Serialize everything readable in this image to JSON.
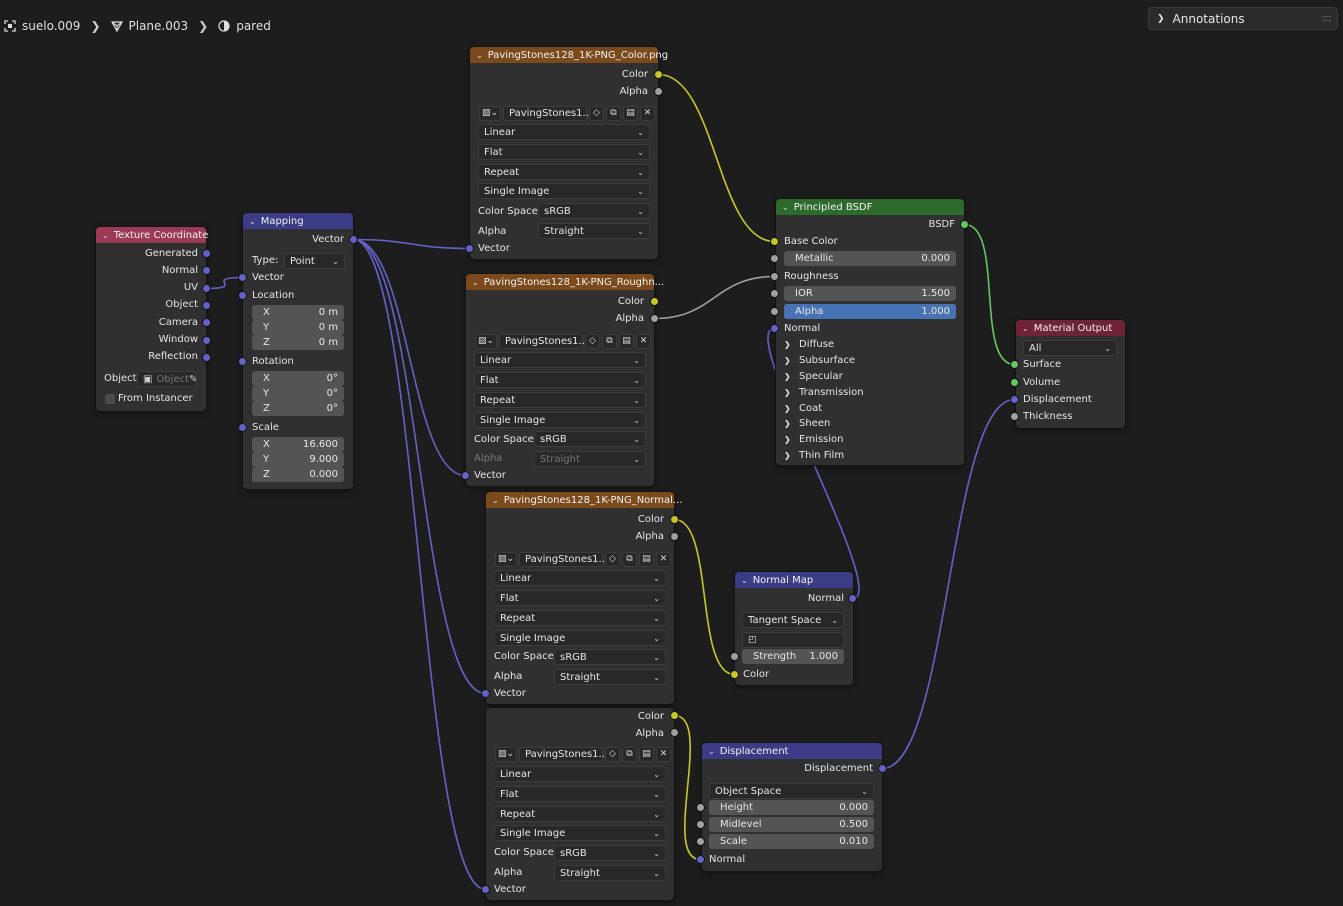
{
  "breadcrumb": {
    "object": "suelo.009",
    "mesh": "Plane.003",
    "material": "pared"
  },
  "annotations_panel": {
    "label": "Annotations"
  },
  "socket_colors": {
    "color": "#c7c729",
    "float": "#a1a1a1",
    "vector": "#6363c7",
    "shader": "#63c763"
  },
  "nodes": {
    "texture_coordinate": {
      "title": "Texture Coordinate",
      "outputs": [
        "Generated",
        "Normal",
        "UV",
        "Object",
        "Camera",
        "Window",
        "Reflection"
      ],
      "object_label": "Object:",
      "object_placeholder": "Object",
      "from_instancer": "From Instancer"
    },
    "mapping": {
      "title": "Mapping",
      "output": "Vector",
      "type_label": "Type:",
      "type_value": "Point",
      "vector_label": "Vector",
      "location_label": "Location",
      "location": [
        {
          "axis": "X",
          "value": "0 m"
        },
        {
          "axis": "Y",
          "value": "0 m"
        },
        {
          "axis": "Z",
          "value": "0 m"
        }
      ],
      "rotation_label": "Rotation",
      "rotation": [
        {
          "axis": "X",
          "value": "0°"
        },
        {
          "axis": "Y",
          "value": "0°"
        },
        {
          "axis": "Z",
          "value": "0°"
        }
      ],
      "scale_label": "Scale",
      "scale": [
        {
          "axis": "X",
          "value": "16.600"
        },
        {
          "axis": "Y",
          "value": "9.000"
        },
        {
          "axis": "Z",
          "value": "0.000"
        }
      ]
    },
    "img_color": {
      "title": "PavingStones128_1K-PNG_Color.png",
      "out_color": "Color",
      "out_alpha": "Alpha",
      "image_name": "PavingStones1...",
      "interpolation": "Linear",
      "projection": "Flat",
      "extension": "Repeat",
      "source": "Single Image",
      "color_space_label": "Color Space",
      "color_space": "sRGB",
      "alpha_label": "Alpha",
      "alpha_mode": "Straight",
      "vector_in": "Vector"
    },
    "img_rough": {
      "title": "PavingStones128_1K-PNG_Roughn...",
      "out_color": "Color",
      "out_alpha": "Alpha",
      "image_name": "PavingStones1...",
      "interpolation": "Linear",
      "projection": "Flat",
      "extension": "Repeat",
      "source": "Single Image",
      "color_space_label": "Color Space",
      "color_space": "sRGB",
      "alpha_label": "Alpha",
      "alpha_mode": "Straight",
      "vector_in": "Vector"
    },
    "img_normal": {
      "title": "PavingStones128_1K-PNG_Normal...",
      "out_color": "Color",
      "out_alpha": "Alpha",
      "image_name": "PavingStones1...",
      "interpolation": "Linear",
      "projection": "Flat",
      "extension": "Repeat",
      "source": "Single Image",
      "color_space_label": "Color Space",
      "color_space": "sRGB",
      "alpha_label": "Alpha",
      "alpha_mode": "Straight",
      "vector_in": "Vector"
    },
    "img_disp": {
      "out_color": "Color",
      "out_alpha": "Alpha",
      "image_name": "PavingStones1...",
      "interpolation": "Linear",
      "projection": "Flat",
      "extension": "Repeat",
      "source": "Single Image",
      "color_space_label": "Color Space",
      "color_space": "sRGB",
      "alpha_label": "Alpha",
      "alpha_mode": "Straight",
      "vector_in": "Vector"
    },
    "principled": {
      "title": "Principled BSDF",
      "output": "BSDF",
      "base_color": "Base Color",
      "metallic_label": "Metallic",
      "metallic": "0.000",
      "roughness": "Roughness",
      "ior_label": "IOR",
      "ior": "1.500",
      "alpha_label": "Alpha",
      "alpha": "1.000",
      "normal": "Normal",
      "panels": [
        "Diffuse",
        "Subsurface",
        "Specular",
        "Transmission",
        "Coat",
        "Sheen",
        "Emission",
        "Thin Film"
      ]
    },
    "material_output": {
      "title": "Material Output",
      "target": "All",
      "inputs": [
        "Surface",
        "Volume",
        "Displacement",
        "Thickness"
      ]
    },
    "normal_map": {
      "title": "Normal Map",
      "output": "Normal",
      "space": "Tangent Space",
      "strength_label": "Strength",
      "strength": "1.000",
      "color_in": "Color"
    },
    "displacement": {
      "title": "Displacement",
      "output": "Displacement",
      "space": "Object Space",
      "height_label": "Height",
      "height": "0.000",
      "midlevel_label": "Midlevel",
      "midlevel": "0.500",
      "scale_label": "Scale",
      "scale": "0.010",
      "normal_in": "Normal"
    }
  }
}
